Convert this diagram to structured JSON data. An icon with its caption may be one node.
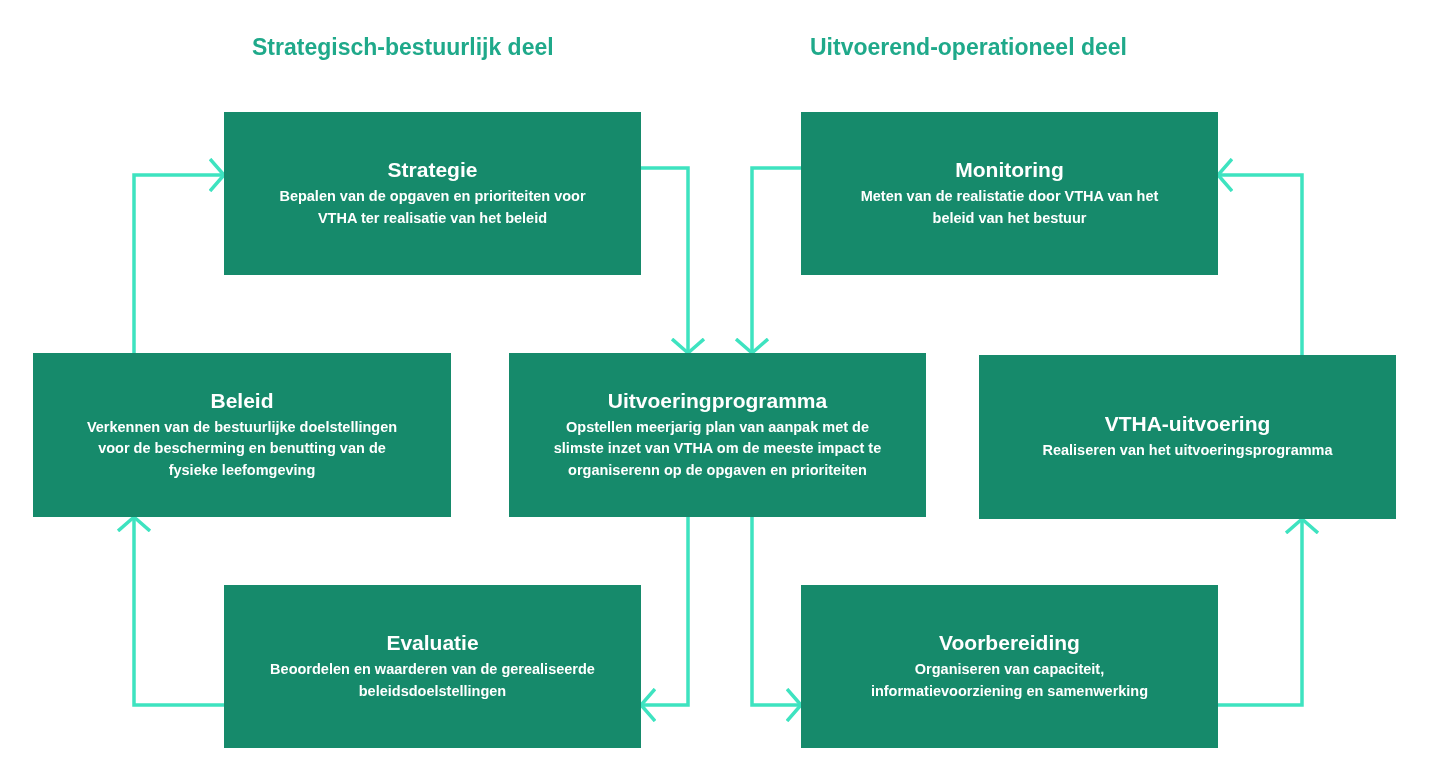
{
  "diagram": {
    "nodes": [
      {
        "text": [
          "Strategie",
          "Bepalen van de opgaven en prioriteiten voor VTHA ter realisatie van het beleid"
        ]
      },
      {
        "text": [
          "Monitoring",
          "Meten van de realistatie door VTHA van het beleid van het bestuur"
        ]
      },
      {
        "text": [
          "Beleid",
          "Verkennen van de bestuurlijke doelstellingen voor de bescherming en benutting van de fysieke leefomgeving"
        ]
      },
      {
        "text": [
          "Uitvoeringprogramma",
          "Opstellen meerjarig plan van aanpak met de slimste inzet van VTHA om de meeste impact te organiserenn op de opgaven en prioriteiten"
        ]
      },
      {
        "text": [
          "VTHA-uitvoering",
          "Realiseren van het uitvoeringsprogramma"
        ]
      },
      {
        "text": [
          "Evaluatie",
          "Beoordelen en waarderen van de gerealiseerde beleidsdoelstellingen"
        ]
      },
      {
        "text": [
          "Voorbereiding",
          "Organiseren van capaciteit, informatievoorziening en samenwerking"
        ]
      }
    ],
    "edges": [
      {
        "from": 0,
        "to": 3,
        "arrow": "to"
      },
      {
        "from": 1,
        "to": 3,
        "arrow": "to"
      },
      {
        "from": 3,
        "to": 5,
        "arrow": "to"
      },
      {
        "from": 3,
        "to": 6,
        "arrow": "to"
      },
      {
        "from": 6,
        "to": 4,
        "arrow": "to"
      },
      {
        "from": 4,
        "to": 1,
        "arrow": "to"
      },
      {
        "from": 5,
        "to": 2,
        "arrow": "to"
      },
      {
        "from": 2,
        "to": 0,
        "arrow": "to"
      }
    ],
    "labels": [
      "Strategisch-bestuurlijk deel",
      "Uitvoerend-operationeel deel"
    ]
  }
}
